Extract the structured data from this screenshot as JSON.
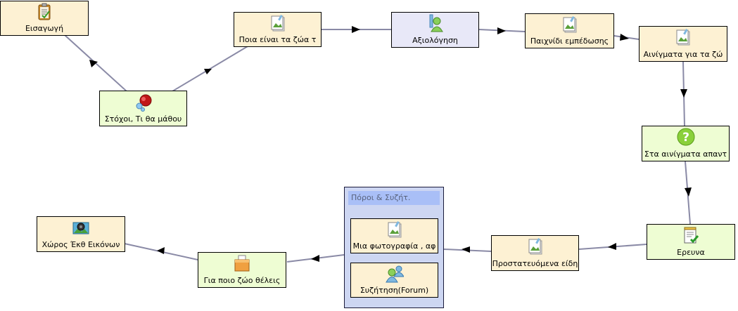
{
  "nodes": {
    "intro": {
      "label": "Εισαγωγή",
      "icon": "clipboard-icon"
    },
    "goals": {
      "label": "Στόχοι, Τι θα μάθου",
      "icon": "molecule-icon"
    },
    "what_animals": {
      "label": "Ποια είναι τα ζώα τ",
      "icon": "image-page-icon"
    },
    "assessment": {
      "label": "Αξιολόγηση",
      "icon": "user-assessment-icon"
    },
    "game": {
      "label": "Παιχνίδι εμπέδωσης",
      "icon": "image-page-icon"
    },
    "riddles": {
      "label": "Αινίγματα για τα ζώ",
      "icon": "image-page-icon"
    },
    "riddle_answers": {
      "label": "Στα αινίγματα απαντ",
      "icon": "question-icon"
    },
    "research": {
      "label": "Ερευνα",
      "icon": "checklist-icon"
    },
    "protected": {
      "label": "Προστατευόμενα είδη",
      "icon": "image-page-icon"
    },
    "photo": {
      "label": "Μια φωτογραφία , αφ",
      "icon": "image-page-icon"
    },
    "forum": {
      "label": "Συζήτηση(Forum)",
      "icon": "users-forum-icon"
    },
    "which_animal": {
      "label": "Για ποιο ζώο θέλεις",
      "icon": "ballot-box-icon"
    },
    "gallery": {
      "label": "Χώρος Έκθ Εικόνων",
      "icon": "gallery-icon"
    }
  },
  "group": {
    "title": "Πόροι & Συζήτ."
  },
  "colors": {
    "edge": "#8a8aa6",
    "arrow": "#000000",
    "yellow": "#fdf1d3",
    "green": "#eefdd3",
    "lavender": "#e8e8f8"
  }
}
